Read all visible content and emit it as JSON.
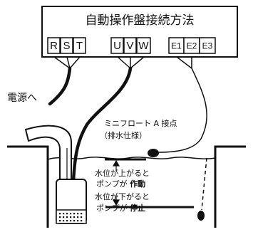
{
  "panel": {
    "title": "自動操作盤接続方法",
    "terminals": [
      "R",
      "S",
      "T",
      "U",
      "V",
      "W",
      "E1",
      "E2",
      "E3"
    ]
  },
  "labels": {
    "power": "電源へ",
    "float_switch_line1": "ミニフロート A 接点",
    "float_switch_line2": "（排水仕様）",
    "rise_line1": "水位が上がると",
    "rise_line2_prefix": "ポンプが ",
    "rise_action": "作動",
    "fall_line1": "水位が下がると",
    "fall_line2_prefix": "ポンプが ",
    "fall_action": "停止"
  }
}
